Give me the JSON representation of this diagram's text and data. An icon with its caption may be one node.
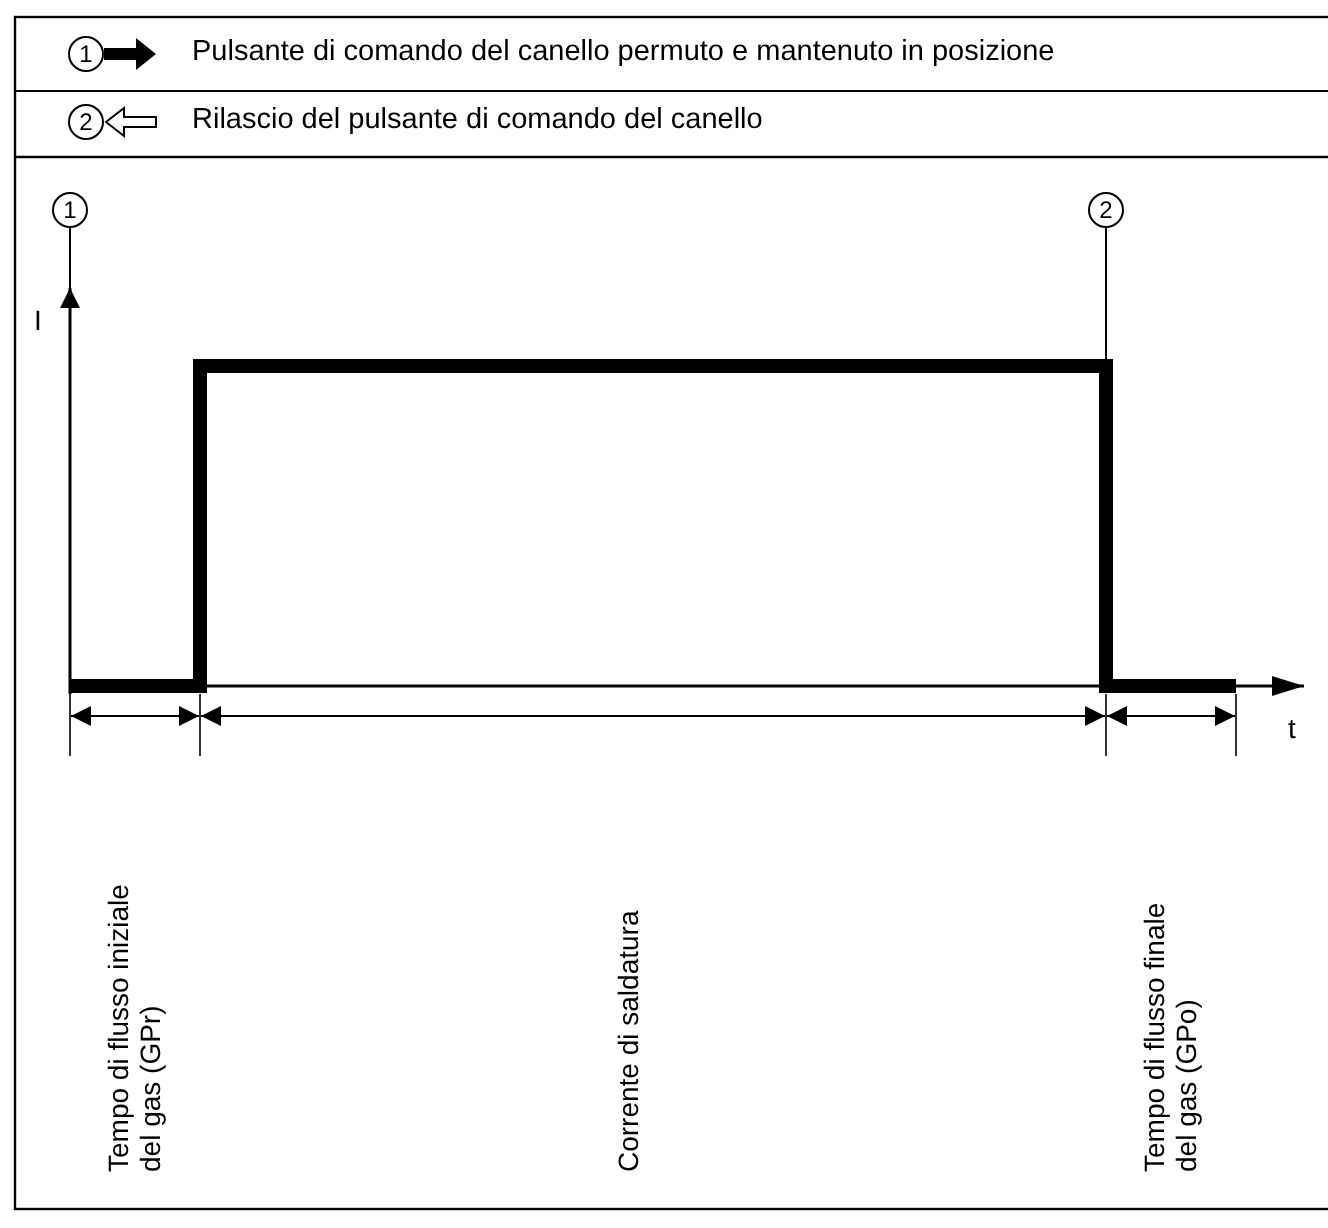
{
  "diagram": {
    "labels": [
      "1",
      "2",
      "1",
      "2",
      "I",
      "t",
      "Tempo di flusso iniziale del gas (GPr)",
      "Corrente di saldatura",
      "Tempo di flusso finale del gas (GPo)"
    ],
    "legend": [
      {
        "text": "Pulsante di comando del canello permuto e mantenuto in posizione"
      },
      {
        "text": "Rilascio del pulsante di comando del canello"
      }
    ]
  }
}
